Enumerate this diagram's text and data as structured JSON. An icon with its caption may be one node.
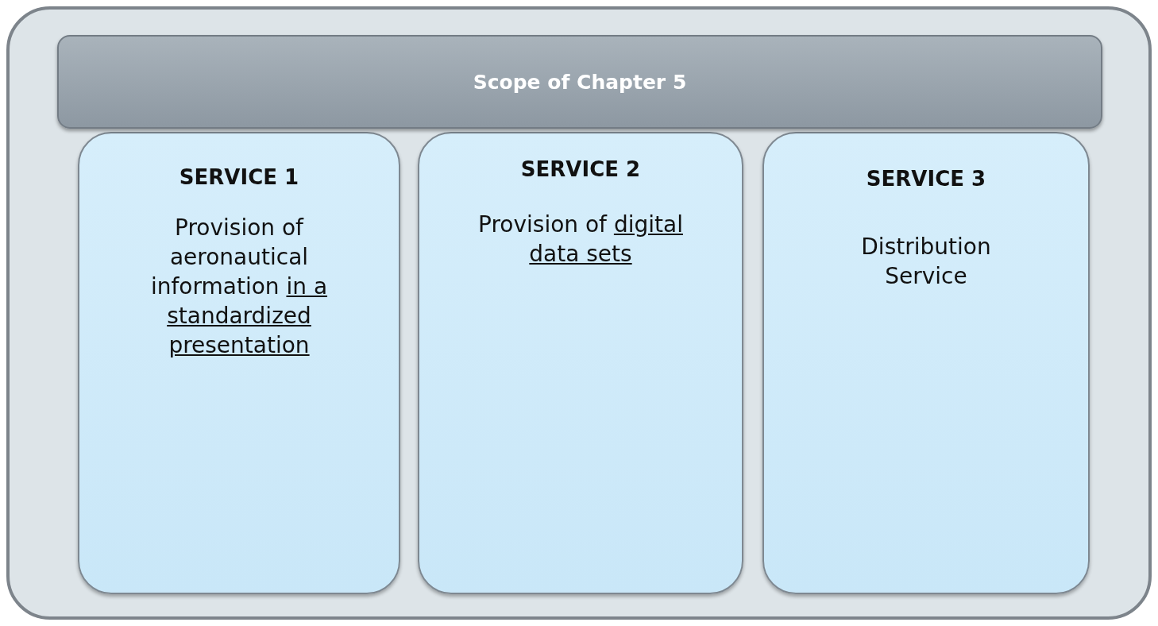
{
  "diagram": {
    "nodes": [
      {
        "text": [],
        "shape": "box"
      },
      {
        "text": [
          "Scope of Chapter 5"
        ],
        "in": 0
      },
      {
        "text": [
          "SERVICE 1",
          "Provision of aeronautical information",
          "in a standardized presentation"
        ],
        "in": 0
      },
      {
        "text": [
          "SERVICE 2",
          "Provision of",
          "digital data sets"
        ],
        "in": 0
      },
      {
        "text": [
          "SERVICE 3",
          "Distribution Service"
        ],
        "in": 0
      }
    ]
  }
}
